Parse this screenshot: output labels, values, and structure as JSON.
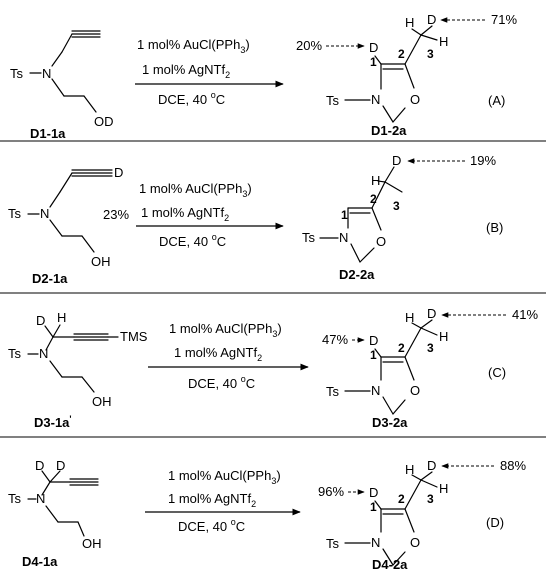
{
  "common": {
    "cond1": "1 mol% AuCl(PPh",
    "cond1_sub": "3",
    "cond1_close": ")",
    "cond2": "1 mol% AgNTf",
    "cond2_sub": "2",
    "cond3": "DCE, 40 ",
    "cond3_sup": "o",
    "cond3_unit": "C",
    "Ts": "Ts",
    "N": "N",
    "O": "O",
    "OD": "OD",
    "OH": "OH",
    "H": "H",
    "D": "D",
    "TMS": "TMS",
    "pos1": "1",
    "pos2": "2",
    "pos3": "3"
  },
  "reactions": [
    {
      "tag": "(A)",
      "sm": "D1-1a",
      "product": "D1-2a",
      "pct_c1": "20%",
      "pct_c3": "71%"
    },
    {
      "tag": "(B)",
      "sm": "D2-1a",
      "product": "D2-2a",
      "pct_sm": "23%",
      "pct_c3": "19%"
    },
    {
      "tag": "(C)",
      "sm": "D3-1a",
      "sm_mark": "'",
      "product": "D3-2a",
      "pct_c1": "47%",
      "pct_c3": "41%"
    },
    {
      "tag": "(D)",
      "sm": "D4-1a",
      "product": "D4-2a",
      "pct_c1": "96%",
      "pct_c3": "88%"
    }
  ]
}
